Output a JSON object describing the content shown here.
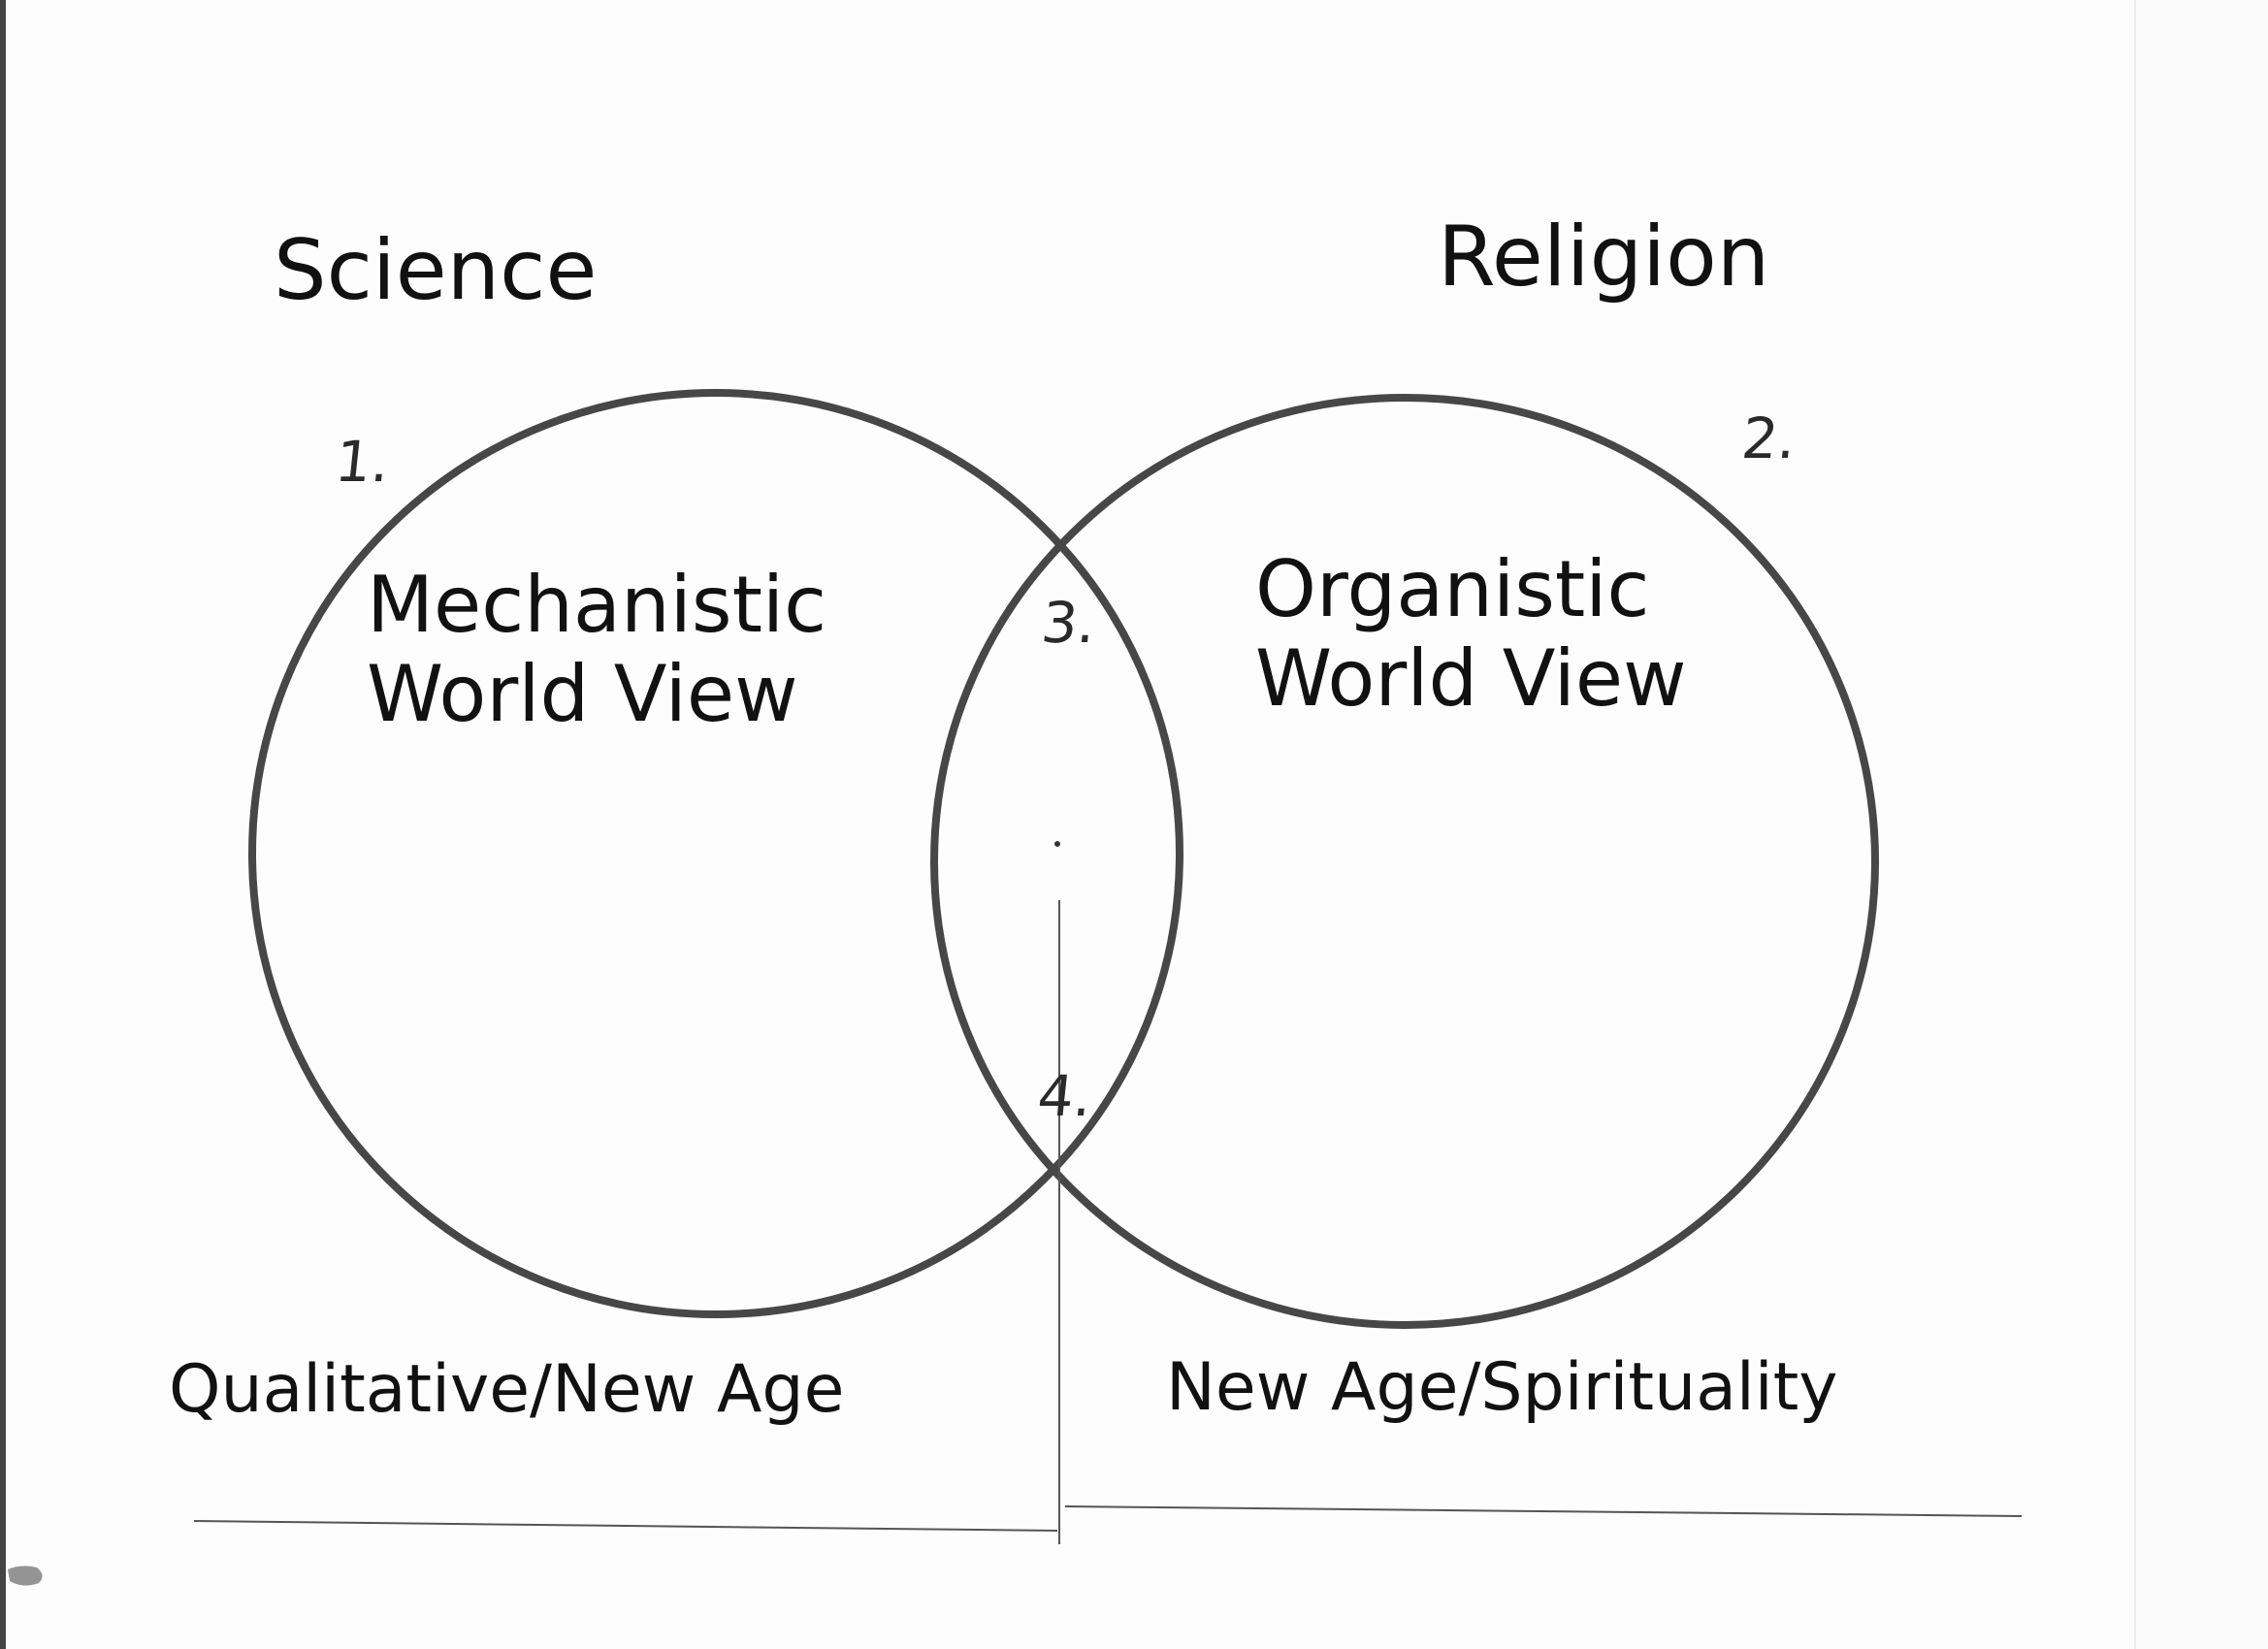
{
  "diagram": {
    "left_title": "Science",
    "right_title": "Religion",
    "left_circle": {
      "number": "1.",
      "label_line1": "Mechanistic",
      "label_line2": "World View"
    },
    "right_circle": {
      "number": "2.",
      "label_line1": "Organistic",
      "label_line2": "World View"
    },
    "overlap_top_number": "3.",
    "overlap_bottom_number": "4.",
    "bottom_left_label": "Qualitative/New Age",
    "bottom_right_label": "New Age/Spirituality"
  },
  "colors": {
    "circle_stroke": "#474747",
    "rule_line": "#555555",
    "text": "#111111"
  }
}
